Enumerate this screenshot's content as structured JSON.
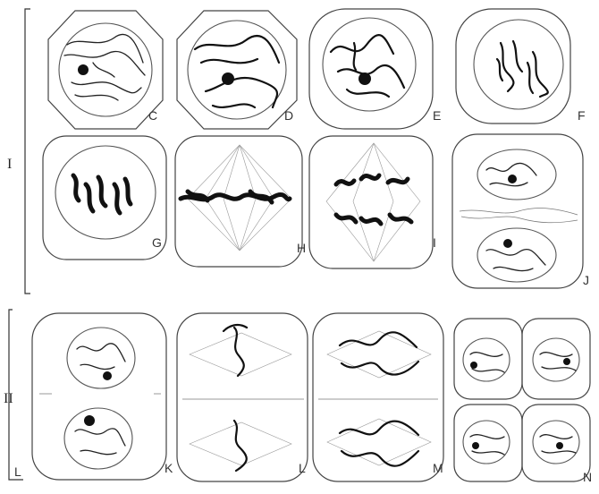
{
  "figure": {
    "group_labels": {
      "first": "I",
      "second": "II"
    },
    "stage_labels": [
      "C",
      "D",
      "E",
      "F",
      "G",
      "H",
      "I",
      "J",
      "K",
      "L",
      "M",
      "N"
    ],
    "corner_mark": "L"
  }
}
